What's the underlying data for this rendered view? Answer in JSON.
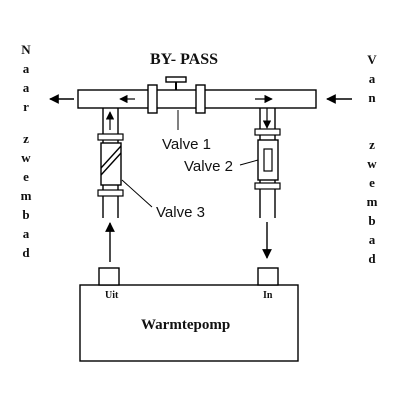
{
  "title": "BY- PASS",
  "left_side": {
    "word1": "Naar",
    "word2": "zwembad"
  },
  "right_side": {
    "word1": "Van",
    "word2": "zwembad"
  },
  "valves": {
    "valve1": "Valve 1",
    "valve2": "Valve 2",
    "valve3": "Valve 3"
  },
  "heat_pump": {
    "name": "Warmtepomp",
    "outlet": "Uit",
    "inlet": "In"
  }
}
